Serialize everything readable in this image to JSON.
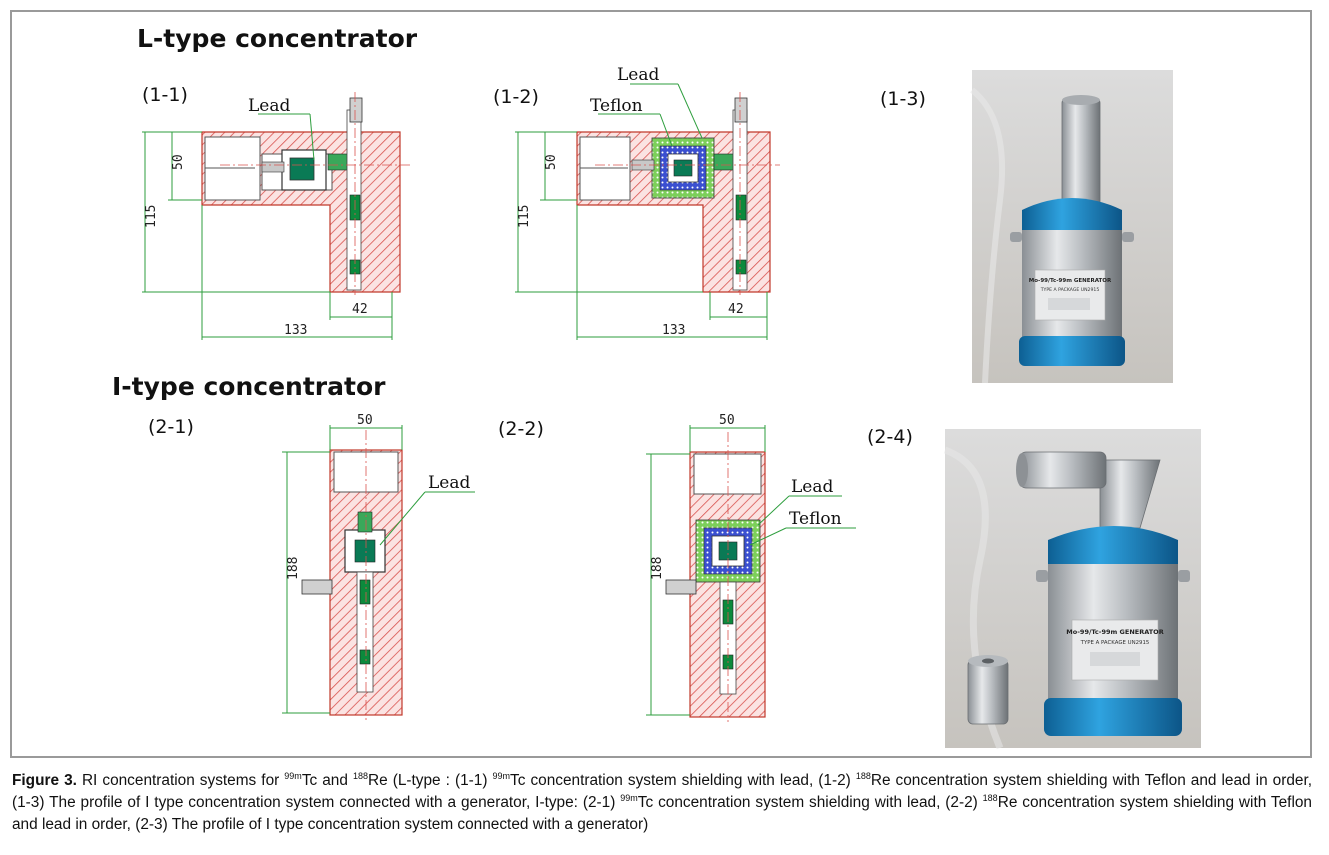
{
  "headings": {
    "l_type": "L-type concentrator",
    "i_type": "I-type concentrator"
  },
  "panels": {
    "p11": "(1-1)",
    "p12": "(1-2)",
    "p13": "(1-3)",
    "p21": "(2-1)",
    "p22": "(2-2)",
    "p24": "(2-4)"
  },
  "callouts": {
    "lead": "Lead",
    "teflon": "Teflon"
  },
  "dimensions": {
    "d50": "50",
    "d115": "115",
    "d42": "42",
    "d133": "133",
    "d188": "188"
  },
  "photo_labels": {
    "generator_line1": "Mo-99/Tc-99m GENERATOR",
    "generator_line2": "TYPE A PACKAGE UN2915"
  },
  "caption": {
    "label": "Figure 3.",
    "part1": " RI concentration systems for ",
    "sup_99m": "99m",
    "part2": "Tc and ",
    "sup_188": "188",
    "part3": "Re (L-type : (1-1) ",
    "part4": "Tc concentration system shielding with lead, (1-2) ",
    "part5": "Re concentration system shielding with Teflon and lead in order, (1-3) The profile of I type concentration system connected with a generator, I-type: (2-1) ",
    "part6": "Tc concentration system shielding with lead, (2-2) ",
    "part7": "Re concentration system shielding with Teflon and lead in order, (2-3) The profile of I type concentration system connected with a generator)"
  },
  "colors": {
    "housing_hatch": "#d9534f",
    "dimension_line": "#2e9e3e",
    "teflon_fill": "#3a4fd0",
    "lead_fill": "#7ccf5a",
    "photo_blue": "#1e86c8"
  }
}
